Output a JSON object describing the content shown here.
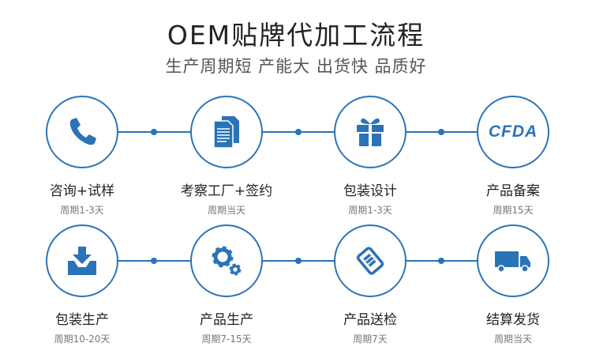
{
  "title": "OEM贴牌代加工流程",
  "subtitle": "生产周期短 产能大 出货快 品质好",
  "accent": "#2a73b8",
  "steps": [
    {
      "label": "咨询+试样",
      "period": "周期1-3天",
      "icon": "phone-icon"
    },
    {
      "label": "考察工厂+签约",
      "period": "周期当天",
      "icon": "documents-icon"
    },
    {
      "label": "包装设计",
      "period": "周期1-3天",
      "icon": "gift-icon"
    },
    {
      "label": "产品备案",
      "period": "周期15天",
      "icon": "cfda-logo",
      "logo_text": "CFDA"
    },
    {
      "label": "包装生产",
      "period": "周期10-20天",
      "icon": "download-tray-icon"
    },
    {
      "label": "产品生产",
      "period": "周期7-15天",
      "icon": "gears-icon"
    },
    {
      "label": "产品送检",
      "period": "周期7天",
      "icon": "scroll-icon"
    },
    {
      "label": "结算发货",
      "period": "周期当天",
      "icon": "truck-icon"
    }
  ]
}
